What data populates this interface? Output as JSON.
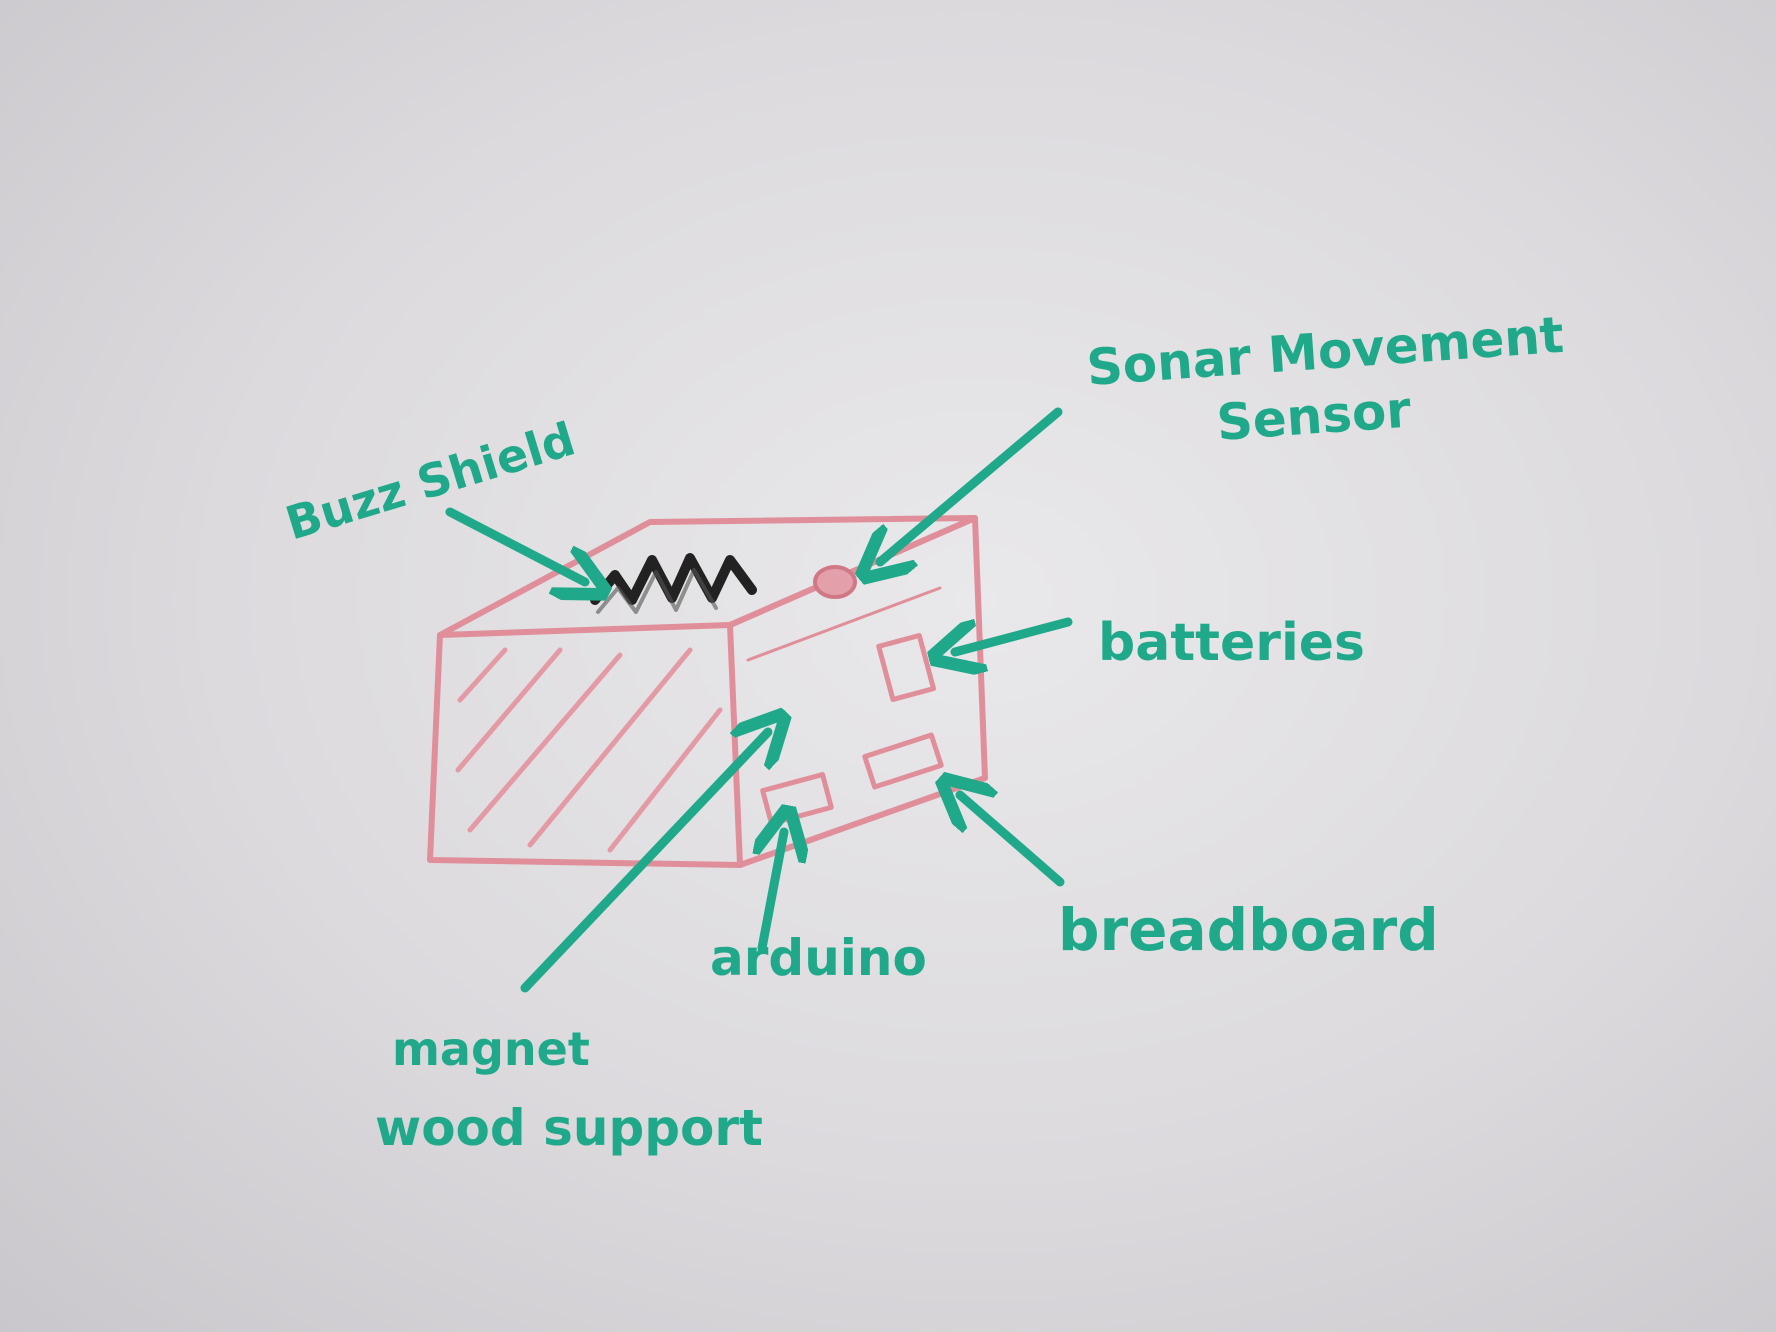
{
  "diagram": {
    "labels": {
      "buzz_shield": "Buzz Shield",
      "sonar_line1": "Sonar Movement",
      "sonar_line2": "Sensor",
      "batteries": "batteries",
      "breadboard": "breadboard",
      "arduino": "arduino",
      "magnet_line1": "magnet",
      "magnet_line2": "wood support"
    },
    "colors": {
      "marker_green": "#1fa98a",
      "marker_red": "#e08f9a",
      "marker_black": "#222222",
      "whiteboard": "#e3e2e4"
    }
  }
}
